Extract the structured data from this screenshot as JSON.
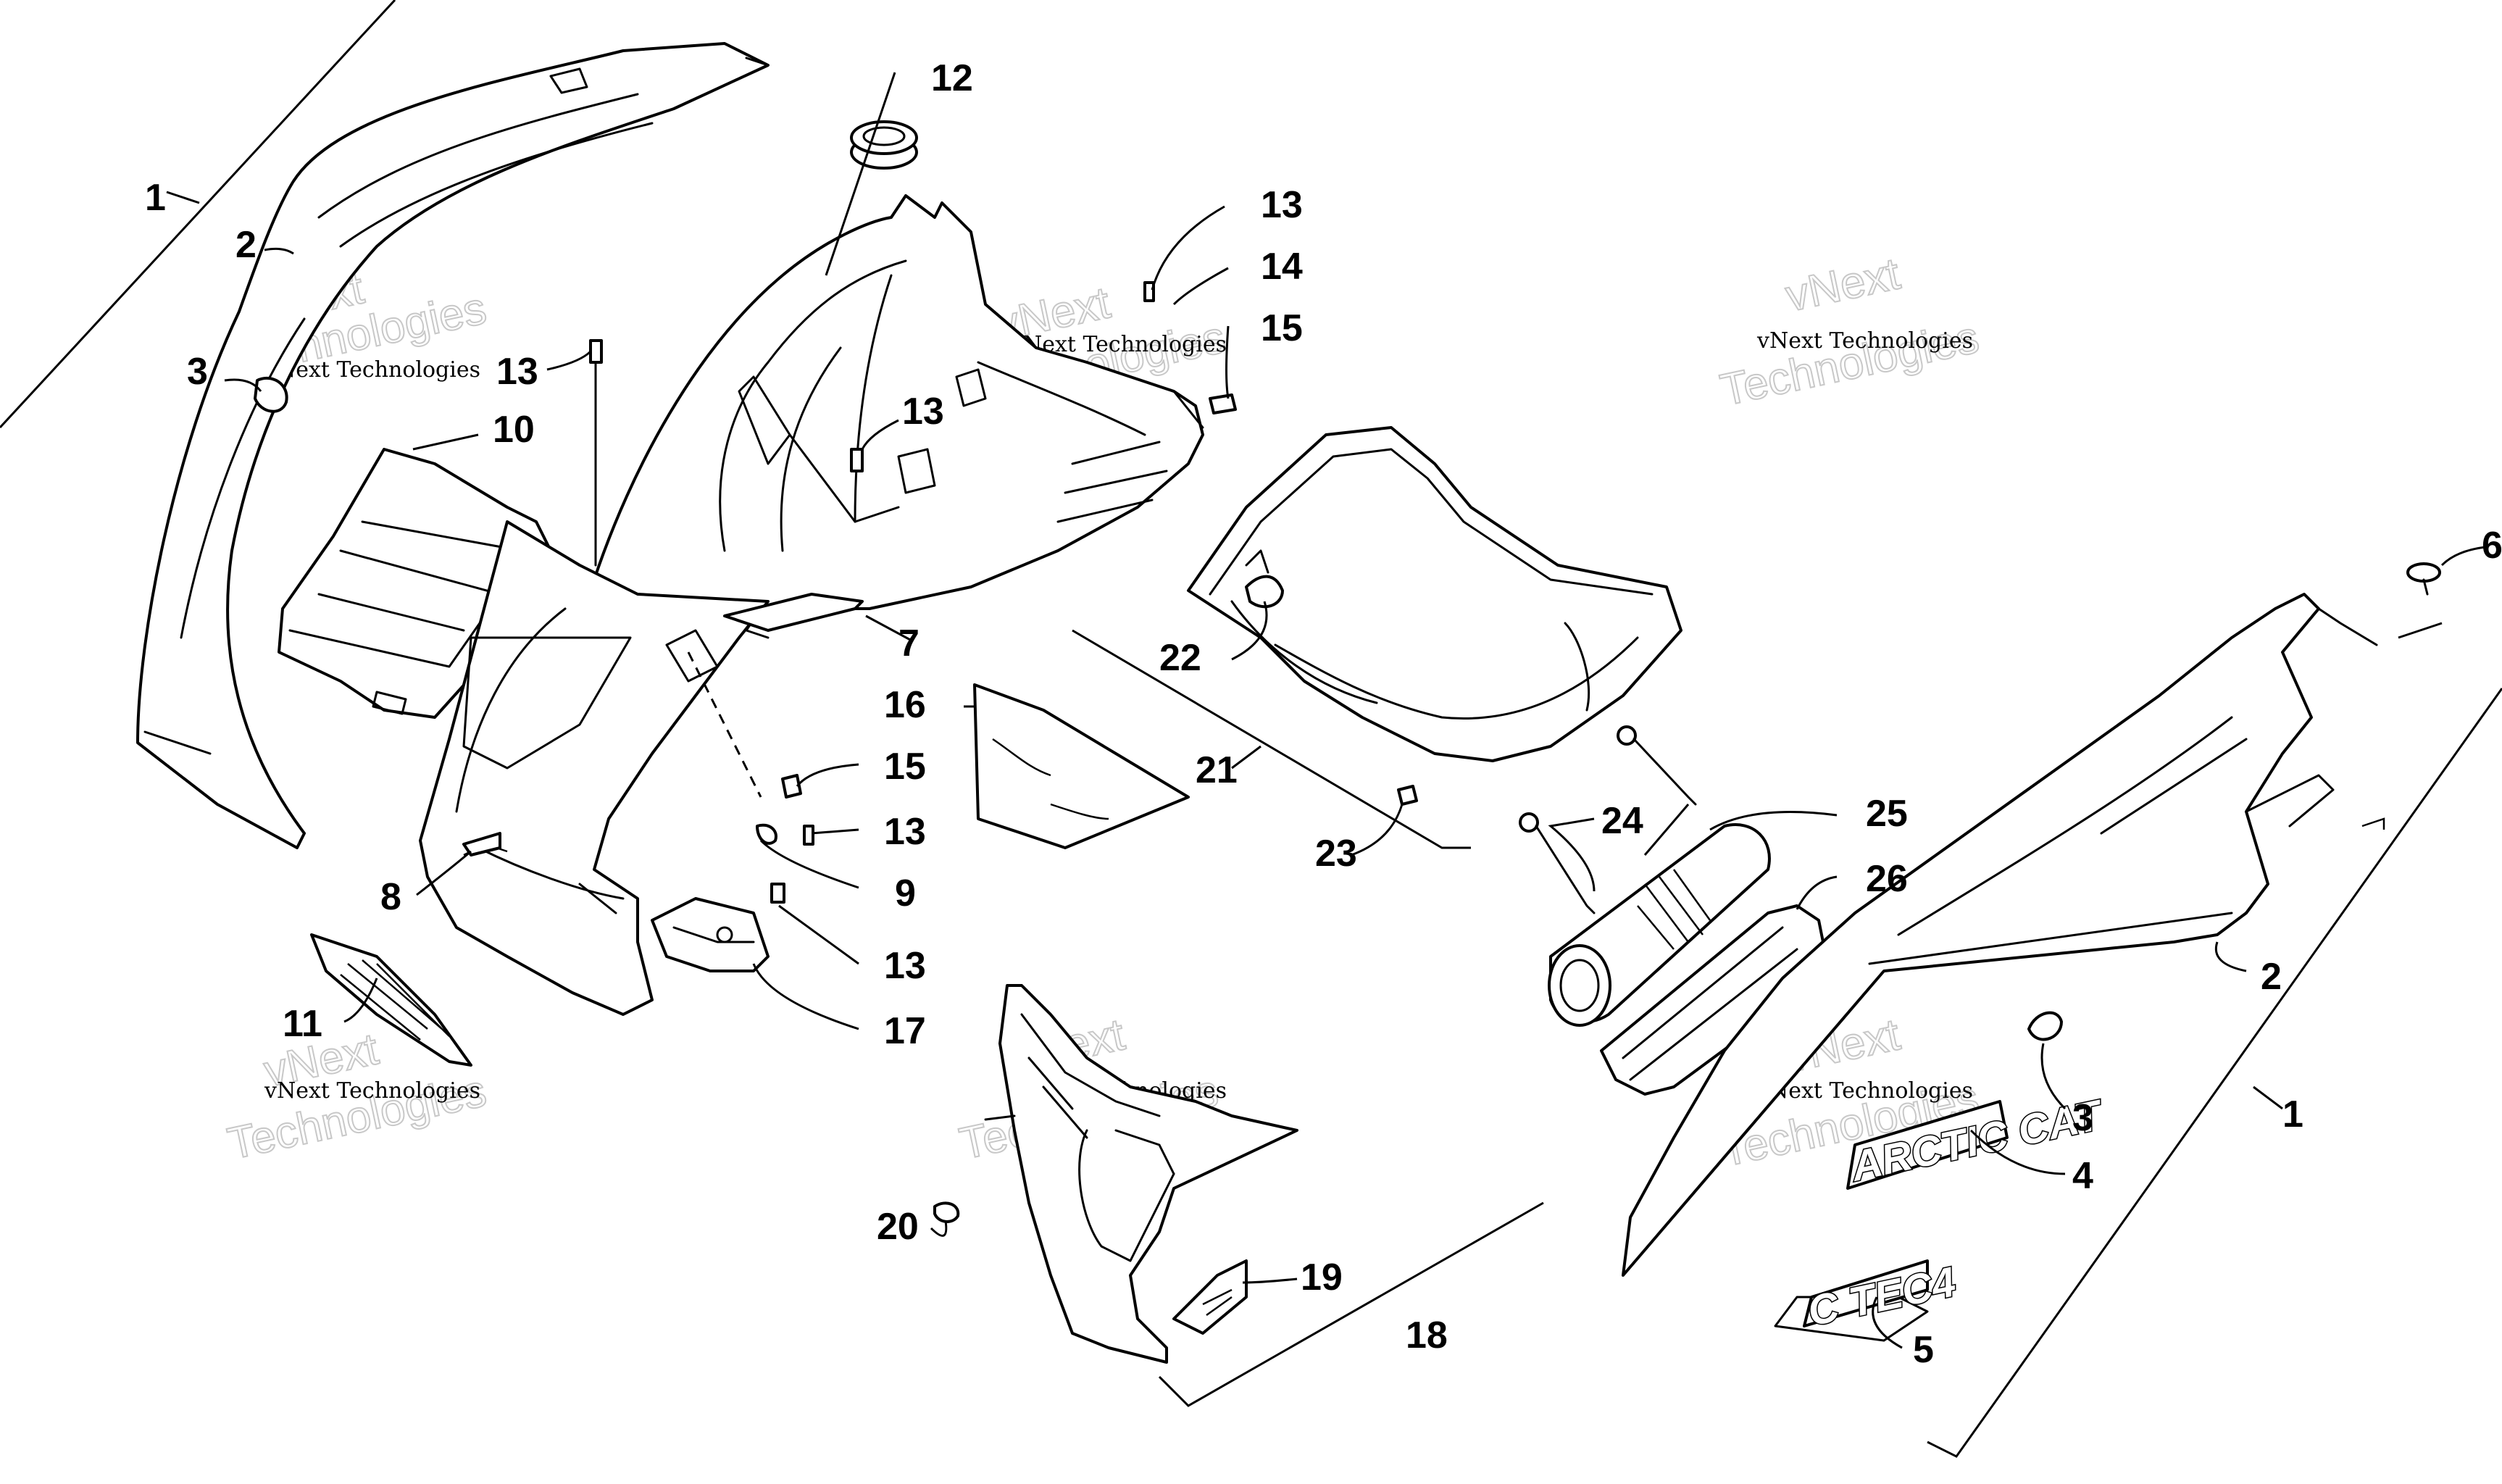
{
  "callouts": [
    "1",
    "2",
    "3",
    "10",
    "13",
    "12",
    "13",
    "14",
    "15",
    "13",
    "7",
    "16",
    "22",
    "21",
    "23",
    "15",
    "13",
    "9",
    "8",
    "13",
    "17",
    "11",
    "24",
    "25",
    "26",
    "6",
    "2",
    "3",
    "4",
    "1",
    "5",
    "20",
    "19",
    "18"
  ],
  "logos": {
    "brand": "ARCTIC CAT",
    "model": "C TEC4"
  },
  "watermark": {
    "company": "vNext Technologies",
    "line1": "vNext",
    "line2": "Technologies"
  }
}
